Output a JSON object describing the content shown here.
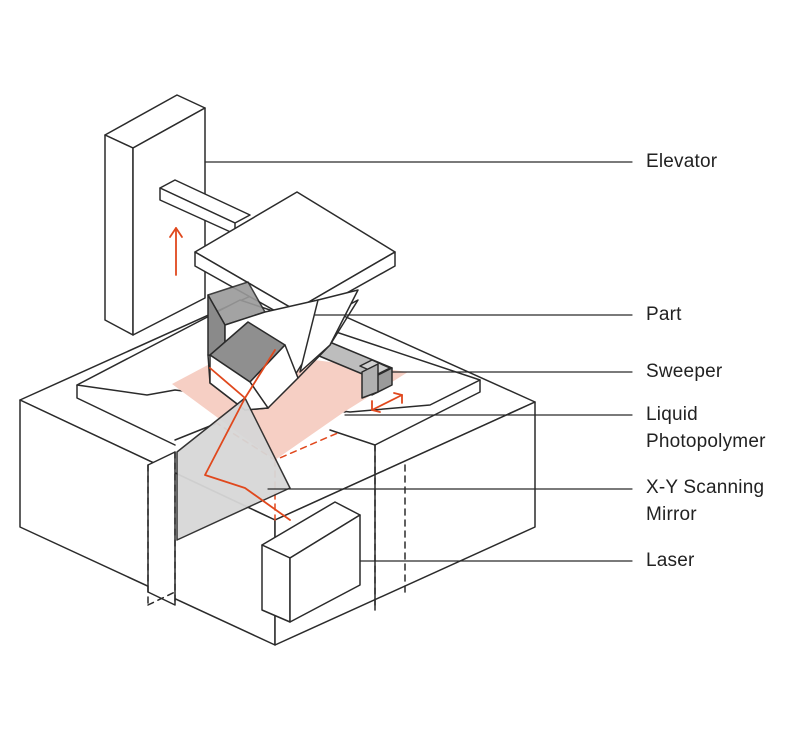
{
  "colors": {
    "stroke": "#2b2b2b",
    "accent": "#e0481d",
    "resin": "#f6cfc4",
    "shade": "#9a9a9a",
    "mirror": "#d7d7d7",
    "label_text": "#222222"
  },
  "labels": {
    "elevator": "Elevator",
    "part": "Part",
    "sweeper": "Sweeper",
    "liquid_line1": "Liquid",
    "liquid_line2": "Photopolymer",
    "mirror_line1": "X-Y Scanning",
    "mirror_line2": "Mirror",
    "laser": "Laser"
  },
  "icons": {
    "elevator_motion": "arrow-up-icon",
    "sweeper_motion": "double-arrow-icon"
  }
}
